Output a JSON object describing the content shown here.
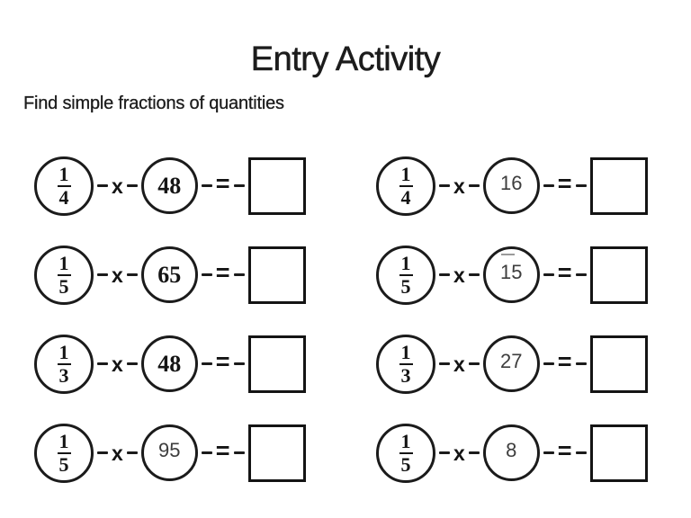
{
  "slide": {
    "title": "Entry Activity",
    "subtitle": "Find simple fractions of quantities"
  },
  "symbols": {
    "multiply": "x",
    "equals": "="
  },
  "problems": [
    {
      "numerator": "1",
      "denominator": "4",
      "quantity": "48"
    },
    {
      "numerator": "1",
      "denominator": "4",
      "quantity": "16"
    },
    {
      "numerator": "1",
      "denominator": "5",
      "quantity": "65"
    },
    {
      "numerator": "1",
      "denominator": "5",
      "quantity": "15"
    },
    {
      "numerator": "1",
      "denominator": "3",
      "quantity": "48"
    },
    {
      "numerator": "1",
      "denominator": "3",
      "quantity": "27"
    },
    {
      "numerator": "1",
      "denominator": "5",
      "quantity": "95"
    },
    {
      "numerator": "1",
      "denominator": "5",
      "quantity": "8"
    }
  ]
}
